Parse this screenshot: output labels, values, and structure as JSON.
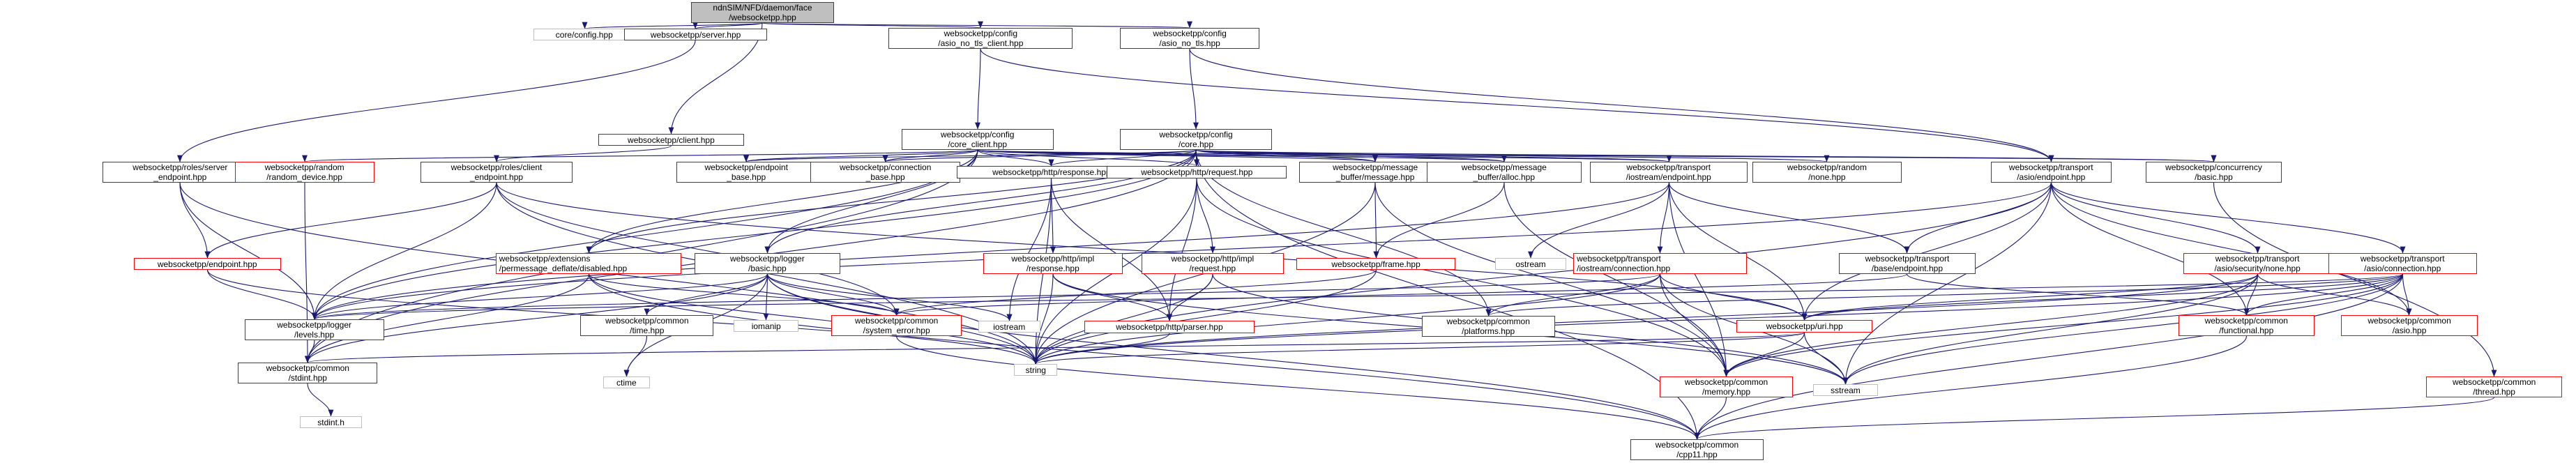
{
  "title": "ndnSIM/NFD/daemon/face/websocketpp.hpp",
  "colors": {
    "edge": "#191970",
    "root_fill": "#bfbfbf",
    "documented_border": "#404040",
    "truncated_border": "#ff0000",
    "external_border": "#bfbfbf"
  },
  "legend_kinds": {
    "root": "current file",
    "normal": "included header (documented)",
    "red": "included header (graph truncated)",
    "ext": "external / system header"
  },
  "nodes": [
    {
      "id": "root",
      "label": "ndnSIM/NFD/daemon/face\n/websocketpp.hpp",
      "kind": "root"
    },
    {
      "id": "core_config",
      "label": "core/config.hpp",
      "kind": "ext"
    },
    {
      "id": "server",
      "label": "websocketpp/server.hpp",
      "kind": "normal"
    },
    {
      "id": "asio_no_tls_client",
      "label": "websocketpp/config\n/asio_no_tls_client.hpp",
      "kind": "normal"
    },
    {
      "id": "asio_no_tls",
      "label": "websocketpp/config\n/asio_no_tls.hpp",
      "kind": "normal"
    },
    {
      "id": "client",
      "label": "websocketpp/client.hpp",
      "kind": "normal"
    },
    {
      "id": "core_client",
      "label": "websocketpp/config\n/core_client.hpp",
      "kind": "normal"
    },
    {
      "id": "core",
      "label": "websocketpp/config\n/core.hpp",
      "kind": "normal"
    },
    {
      "id": "server_endpoint",
      "label": "websocketpp/roles/server\n_endpoint.hpp",
      "kind": "normal"
    },
    {
      "id": "random_device",
      "label": "websocketpp/random\n/random_device.hpp",
      "kind": "red"
    },
    {
      "id": "client_endpoint",
      "label": "websocketpp/roles/client\n_endpoint.hpp",
      "kind": "normal"
    },
    {
      "id": "endpoint_base",
      "label": "websocketpp/endpoint\n_base.hpp",
      "kind": "normal"
    },
    {
      "id": "connection_base",
      "label": "websocketpp/connection\n_base.hpp",
      "kind": "normal"
    },
    {
      "id": "http_response",
      "label": "websocketpp/http/response.hpp",
      "kind": "normal"
    },
    {
      "id": "http_request",
      "label": "websocketpp/http/request.hpp",
      "kind": "normal"
    },
    {
      "id": "mb_message",
      "label": "websocketpp/message\n_buffer/message.hpp",
      "kind": "normal"
    },
    {
      "id": "mb_alloc",
      "label": "websocketpp/message\n_buffer/alloc.hpp",
      "kind": "normal"
    },
    {
      "id": "iostream_endpoint",
      "label": "websocketpp/transport\n/iostream/endpoint.hpp",
      "kind": "normal"
    },
    {
      "id": "random_none",
      "label": "websocketpp/random\n/none.hpp",
      "kind": "normal"
    },
    {
      "id": "asio_endpoint",
      "label": "websocketpp/transport\n/asio/endpoint.hpp",
      "kind": "normal"
    },
    {
      "id": "concurrency_basic",
      "label": "websocketpp/concurrency\n/basic.hpp",
      "kind": "normal"
    },
    {
      "id": "endpoint",
      "label": "websocketpp/endpoint.hpp",
      "kind": "red"
    },
    {
      "id": "pmd_disabled",
      "label": "websocketpp/extensions\n/permessage_deflate/disabled.hpp",
      "kind": "red",
      "align": "left"
    },
    {
      "id": "logger_basic",
      "label": "websocketpp/logger\n/basic.hpp",
      "kind": "normal"
    },
    {
      "id": "impl_response",
      "label": "websocketpp/http/impl\n/response.hpp",
      "kind": "red"
    },
    {
      "id": "impl_request",
      "label": "websocketpp/http/impl\n/request.hpp",
      "kind": "red"
    },
    {
      "id": "frame",
      "label": "websocketpp/frame.hpp",
      "kind": "red"
    },
    {
      "id": "ostream",
      "label": "ostream",
      "kind": "ext"
    },
    {
      "id": "iostream_connection",
      "label": "websocketpp/transport\n/iostream/connection.hpp",
      "kind": "red",
      "align": "left"
    },
    {
      "id": "base_endpoint",
      "label": "websocketpp/transport\n/base/endpoint.hpp",
      "kind": "normal"
    },
    {
      "id": "security_none",
      "label": "websocketpp/transport\n/asio/security/none.hpp",
      "kind": "red"
    },
    {
      "id": "asio_connection",
      "label": "websocketpp/transport\n/asio/connection.hpp",
      "kind": "red"
    },
    {
      "id": "logger_levels",
      "label": "websocketpp/logger\n/levels.hpp",
      "kind": "normal"
    },
    {
      "id": "common_time",
      "label": "websocketpp/common\n/time.hpp",
      "kind": "normal"
    },
    {
      "id": "iomanip",
      "label": "iomanip",
      "kind": "ext"
    },
    {
      "id": "system_error",
      "label": "websocketpp/common\n/system_error.hpp",
      "kind": "red"
    },
    {
      "id": "iostream",
      "label": "iostream",
      "kind": "ext"
    },
    {
      "id": "http_parser",
      "label": "websocketpp/http/parser.hpp",
      "kind": "red"
    },
    {
      "id": "platforms",
      "label": "websocketpp/common\n/platforms.hpp",
      "kind": "normal"
    },
    {
      "id": "uri",
      "label": "websocketpp/uri.hpp",
      "kind": "red"
    },
    {
      "id": "functional",
      "label": "websocketpp/common\n/functional.hpp",
      "kind": "red"
    },
    {
      "id": "common_asio",
      "label": "websocketpp/common\n/asio.hpp",
      "kind": "red"
    },
    {
      "id": "stdint_hpp",
      "label": "websocketpp/common\n/stdint.hpp",
      "kind": "normal"
    },
    {
      "id": "ctime",
      "label": "ctime",
      "kind": "ext"
    },
    {
      "id": "string",
      "label": "string",
      "kind": "ext"
    },
    {
      "id": "memory",
      "label": "websocketpp/common\n/memory.hpp",
      "kind": "red"
    },
    {
      "id": "sstream",
      "label": "sstream",
      "kind": "ext"
    },
    {
      "id": "thread",
      "label": "websocketpp/common\n/thread.hpp",
      "kind": "red"
    },
    {
      "id": "stdint_h",
      "label": "stdint.h",
      "kind": "ext"
    },
    {
      "id": "cpp11",
      "label": "websocketpp/common\n/cpp11.hpp",
      "kind": "normal"
    }
  ],
  "edges": [
    [
      "root",
      "core_config"
    ],
    [
      "root",
      "server"
    ],
    [
      "root",
      "client"
    ],
    [
      "root",
      "asio_no_tls_client"
    ],
    [
      "root",
      "asio_no_tls"
    ],
    [
      "server",
      "server_endpoint"
    ],
    [
      "client",
      "client_endpoint"
    ],
    [
      "asio_no_tls_client",
      "core_client"
    ],
    [
      "asio_no_tls_client",
      "asio_endpoint"
    ],
    [
      "asio_no_tls",
      "core"
    ],
    [
      "asio_no_tls",
      "asio_endpoint"
    ],
    [
      "core_client",
      "random_device"
    ],
    [
      "core_client",
      "endpoint_base"
    ],
    [
      "core_client",
      "connection_base"
    ],
    [
      "core_client",
      "http_response"
    ],
    [
      "core_client",
      "http_request"
    ],
    [
      "core_client",
      "mb_message"
    ],
    [
      "core_client",
      "mb_alloc"
    ],
    [
      "core_client",
      "iostream_endpoint"
    ],
    [
      "core_client",
      "pmd_disabled"
    ],
    [
      "core_client",
      "logger_basic"
    ],
    [
      "core_client",
      "logger_levels"
    ],
    [
      "core_client",
      "stdint_hpp"
    ],
    [
      "core_client",
      "concurrency_basic"
    ],
    [
      "core",
      "endpoint_base"
    ],
    [
      "core",
      "connection_base"
    ],
    [
      "core",
      "http_response"
    ],
    [
      "core",
      "http_request"
    ],
    [
      "core",
      "mb_message"
    ],
    [
      "core",
      "mb_alloc"
    ],
    [
      "core",
      "iostream_endpoint"
    ],
    [
      "core",
      "random_none"
    ],
    [
      "core",
      "concurrency_basic"
    ],
    [
      "core",
      "pmd_disabled"
    ],
    [
      "core",
      "logger_basic"
    ],
    [
      "core",
      "logger_levels"
    ],
    [
      "core",
      "stdint_hpp"
    ],
    [
      "core",
      "cpp11"
    ],
    [
      "core",
      "platforms"
    ],
    [
      "server_endpoint",
      "endpoint"
    ],
    [
      "server_endpoint",
      "logger_levels"
    ],
    [
      "server_endpoint",
      "string"
    ],
    [
      "client_endpoint",
      "endpoint"
    ],
    [
      "client_endpoint",
      "logger_levels"
    ],
    [
      "client_endpoint",
      "system_error"
    ],
    [
      "client_endpoint",
      "uri"
    ],
    [
      "client_endpoint",
      "string"
    ],
    [
      "endpoint",
      "logger_levels"
    ],
    [
      "endpoint",
      "string"
    ],
    [
      "pmd_disabled",
      "stdint_hpp"
    ],
    [
      "pmd_disabled",
      "system_error"
    ],
    [
      "pmd_disabled",
      "cpp11"
    ],
    [
      "pmd_disabled",
      "string"
    ],
    [
      "logger_basic",
      "logger_levels"
    ],
    [
      "logger_basic",
      "common_time"
    ],
    [
      "logger_basic",
      "iomanip"
    ],
    [
      "logger_basic",
      "ctime"
    ],
    [
      "logger_basic",
      "system_error"
    ],
    [
      "logger_basic",
      "iostream"
    ],
    [
      "logger_basic",
      "string"
    ],
    [
      "logger_basic",
      "stdint_hpp"
    ],
    [
      "logger_basic",
      "cpp11"
    ],
    [
      "common_time",
      "ctime"
    ],
    [
      "http_response",
      "impl_response"
    ],
    [
      "http_response",
      "http_parser"
    ],
    [
      "http_response",
      "iostream"
    ],
    [
      "http_response",
      "string"
    ],
    [
      "http_request",
      "impl_request"
    ],
    [
      "http_request",
      "http_parser"
    ],
    [
      "http_request",
      "string"
    ],
    [
      "http_request",
      "memory"
    ],
    [
      "impl_response",
      "http_parser"
    ],
    [
      "impl_response",
      "string"
    ],
    [
      "impl_response",
      "sstream"
    ],
    [
      "impl_request",
      "http_parser"
    ],
    [
      "impl_request",
      "string"
    ],
    [
      "impl_request",
      "sstream"
    ],
    [
      "http_parser",
      "string"
    ],
    [
      "mb_message",
      "frame"
    ],
    [
      "mb_message",
      "string"
    ],
    [
      "mb_message",
      "memory"
    ],
    [
      "mb_alloc",
      "frame"
    ],
    [
      "mb_alloc",
      "memory"
    ],
    [
      "frame",
      "system_error"
    ],
    [
      "frame",
      "string"
    ],
    [
      "iostream_endpoint",
      "ostream"
    ],
    [
      "iostream_endpoint",
      "iostream_connection"
    ],
    [
      "iostream_endpoint",
      "base_endpoint"
    ],
    [
      "iostream_endpoint",
      "logger_levels"
    ],
    [
      "iostream_endpoint",
      "uri"
    ],
    [
      "iostream_endpoint",
      "memory"
    ],
    [
      "iostream_connection",
      "platforms"
    ],
    [
      "iostream_connection",
      "logger_levels"
    ],
    [
      "iostream_connection",
      "string"
    ],
    [
      "iostream_connection",
      "memory"
    ],
    [
      "iostream_connection",
      "uri"
    ],
    [
      "iostream_connection",
      "sstream"
    ],
    [
      "base_endpoint",
      "system_error"
    ],
    [
      "base_endpoint",
      "functional"
    ],
    [
      "asio_endpoint",
      "base_endpoint"
    ],
    [
      "asio_endpoint",
      "security_none"
    ],
    [
      "asio_endpoint",
      "asio_connection"
    ],
    [
      "asio_endpoint",
      "logger_levels"
    ],
    [
      "asio_endpoint",
      "uri"
    ],
    [
      "asio_endpoint",
      "functional"
    ],
    [
      "asio_endpoint",
      "common_asio"
    ],
    [
      "asio_endpoint",
      "string"
    ],
    [
      "asio_endpoint",
      "sstream"
    ],
    [
      "security_none",
      "uri"
    ],
    [
      "security_none",
      "memory"
    ],
    [
      "security_none",
      "string"
    ],
    [
      "security_none",
      "sstream"
    ],
    [
      "security_none",
      "common_asio"
    ],
    [
      "security_none",
      "functional"
    ],
    [
      "asio_connection",
      "uri"
    ],
    [
      "asio_connection",
      "memory"
    ],
    [
      "asio_connection",
      "string"
    ],
    [
      "asio_connection",
      "sstream"
    ],
    [
      "asio_connection",
      "functional"
    ],
    [
      "asio_connection",
      "common_asio"
    ],
    [
      "asio_connection",
      "logger_levels"
    ],
    [
      "asio_connection",
      "cpp11"
    ],
    [
      "asio_connection",
      "platforms"
    ],
    [
      "concurrency_basic",
      "thread"
    ],
    [
      "uri",
      "memory"
    ],
    [
      "uri",
      "sstream"
    ],
    [
      "uri",
      "string"
    ],
    [
      "uri",
      "stdint_hpp"
    ],
    [
      "memory",
      "cpp11"
    ],
    [
      "functional",
      "cpp11"
    ],
    [
      "thread",
      "cpp11"
    ],
    [
      "system_error",
      "cpp11"
    ],
    [
      "logger_levels",
      "stdint_hpp"
    ],
    [
      "stdint_hpp",
      "stdint_h"
    ],
    [
      "random_device",
      "stdint_hpp"
    ]
  ]
}
